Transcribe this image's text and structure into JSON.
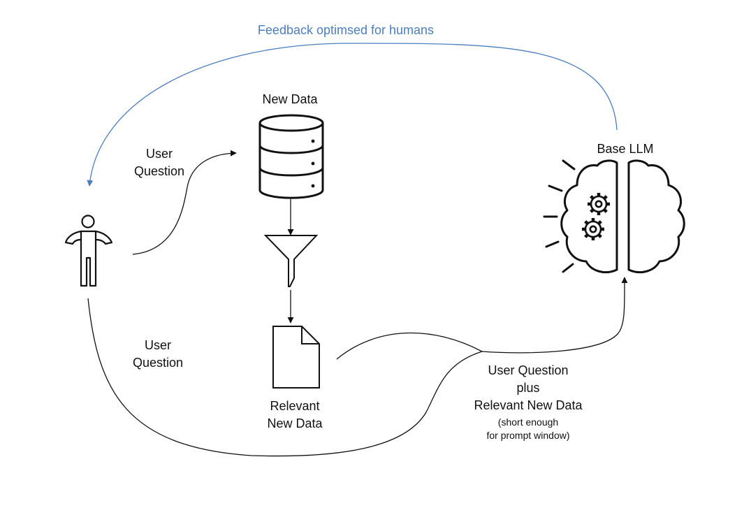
{
  "colors": {
    "stroke": "#111111",
    "feedback": "#4a7ebf",
    "background": "#ffffff"
  },
  "labels": {
    "feedback": "Feedback optimsed for humans",
    "new_data": "New Data",
    "base_llm": "Base LLM",
    "user_question_top": [
      "User",
      "Question"
    ],
    "user_question_bottom": [
      "User",
      "Question"
    ],
    "relevant_new_data": [
      "Relevant",
      "New Data"
    ],
    "combined": [
      "User Question",
      "plus",
      "Relevant New Data"
    ],
    "combined_note": [
      "(short enough",
      "for prompt window)"
    ]
  },
  "nodes": [
    {
      "id": "user",
      "icon": "person-icon"
    },
    {
      "id": "new-data",
      "icon": "database-icon"
    },
    {
      "id": "filter",
      "icon": "funnel-icon"
    },
    {
      "id": "relevant-new-data",
      "icon": "document-icon"
    },
    {
      "id": "base-llm",
      "icon": "brain-gears-icon"
    }
  ],
  "edges": [
    {
      "from": "user",
      "to": "new-data",
      "label": "User Question"
    },
    {
      "from": "new-data",
      "to": "filter"
    },
    {
      "from": "filter",
      "to": "relevant-new-data"
    },
    {
      "from": "user",
      "to": "base-llm",
      "label": "User Question"
    },
    {
      "from": "relevant-new-data",
      "to": "base-llm",
      "label": "User Question plus Relevant New Data (short enough for prompt window)"
    },
    {
      "from": "base-llm",
      "to": "user",
      "label": "Feedback optimsed for humans"
    }
  ]
}
